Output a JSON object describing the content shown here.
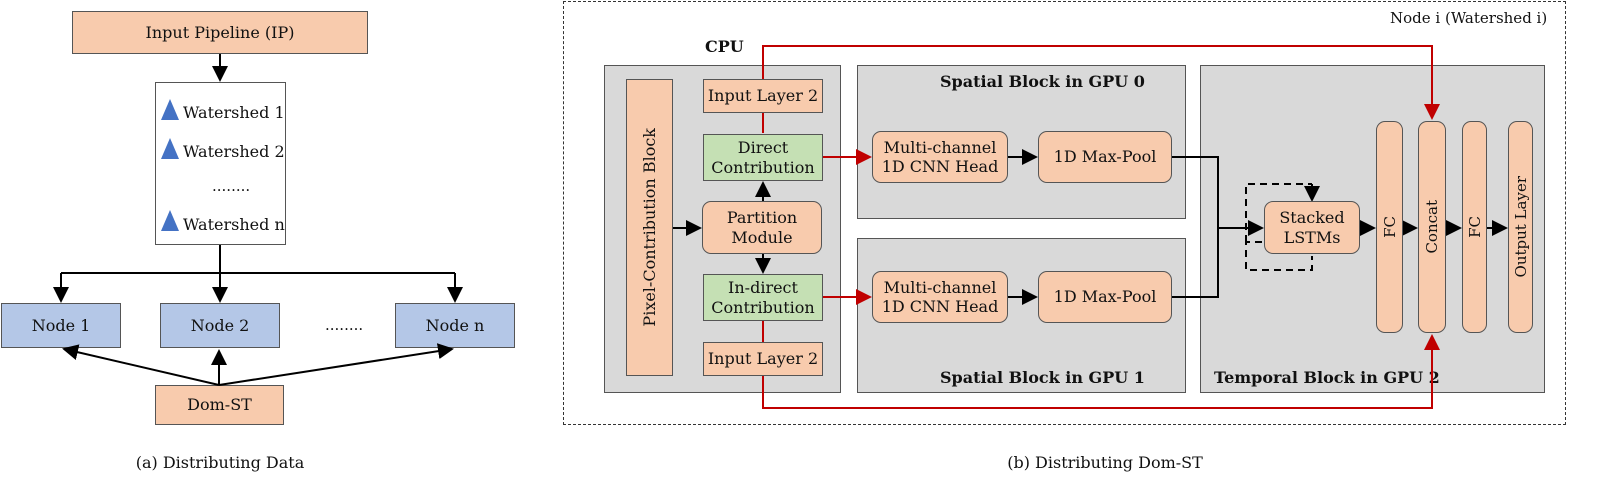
{
  "left": {
    "input_pipeline": "Input Pipeline (IP)",
    "watersheds": [
      "Watershed 1",
      "Watershed 2",
      "Watershed n"
    ],
    "ellipsis": "........",
    "nodes": [
      "Node 1",
      "Node 2",
      "Node n"
    ],
    "nodes_ellipsis": "........",
    "dom_st": "Dom-ST",
    "caption": "(a) Distributing Data"
  },
  "right": {
    "node_label": "Node i (Watershed i)",
    "cpu_label": "CPU",
    "pixel_block": "Pixel-Contribution Block",
    "input_layer_top": "Input Layer 2",
    "input_layer_bottom": "Input Layer 2",
    "direct": "Direct Contribution",
    "partition": "Partition Module",
    "indirect": "In-direct Contribution",
    "spatial0_title": "Spatial Block in GPU 0",
    "spatial1_title": "Spatial Block in GPU 1",
    "temporal_title": "Temporal Block in GPU 2",
    "cnn_head_top": "Multi-channel 1D CNN Head",
    "cnn_head_bottom": "Multi-channel 1D CNN Head",
    "maxpool_top": "1D Max-Pool",
    "maxpool_bottom": "1D Max-Pool",
    "lstm": "Stacked LSTMs",
    "fc1": "FC",
    "concat": "Concat",
    "fc2": "FC",
    "output": "Output Layer",
    "caption": "(b) Distributing Dom-ST"
  },
  "colors": {
    "peach": "#f8cbad",
    "blue": "#b4c7e7",
    "green": "#c5e0b4",
    "gray": "#d9d9d9",
    "red_arrow": "#c00000",
    "triangle": "#4472c4"
  }
}
